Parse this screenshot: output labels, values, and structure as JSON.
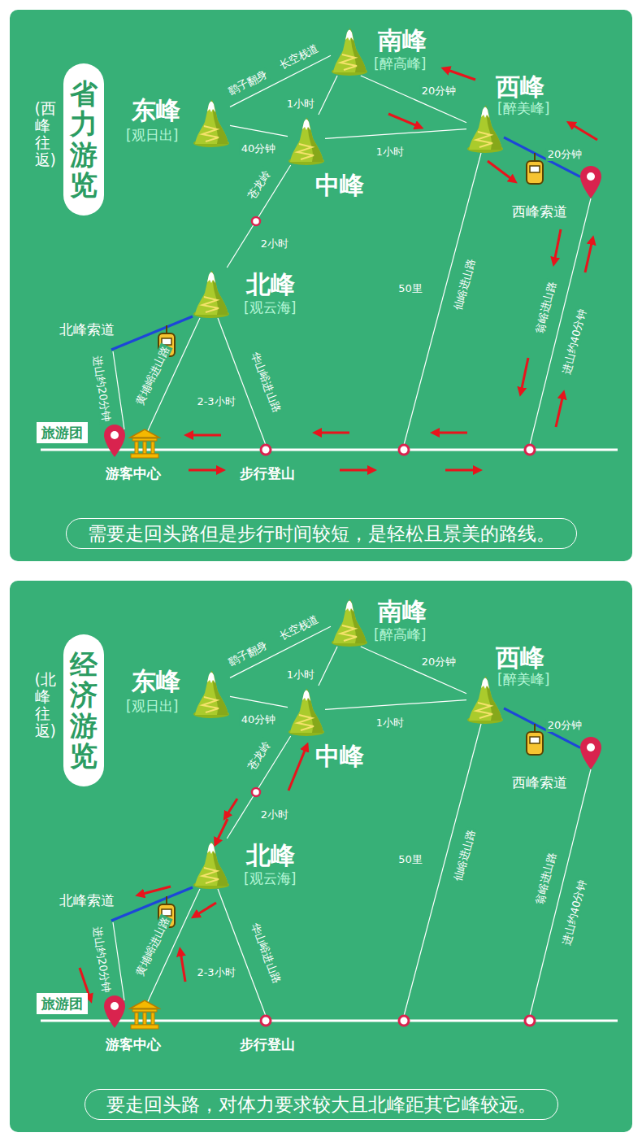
{
  "diagram": {
    "nodes": [
      {
        "text": [
          "省力游览"
        ]
      },
      {
        "text": [
          "南峰",
          "[醉高峰]"
        ]
      },
      {
        "text": [
          "东峰",
          "[观日出]"
        ]
      },
      {
        "text": [
          "中峰"
        ]
      },
      {
        "text": [
          "西峰",
          "[醉美峰]"
        ]
      },
      {
        "text": [
          "西峰索道"
        ]
      },
      {
        "text": [
          "北峰",
          "[观云海]"
        ]
      },
      {
        "text": [
          "旅游团"
        ]
      },
      {
        "text": [
          "游客中心"
        ]
      },
      {
        "text": [
          "需要走回头路但是步行时间较短，是轻松且景美的路线。"
        ]
      },
      {
        "text": [
          "经济游览"
        ]
      },
      {
        "text": [
          "南峰",
          "[醉高峰]"
        ]
      },
      {
        "text": [
          "东峰",
          "[观日出]"
        ]
      },
      {
        "text": [
          "中峰"
        ]
      },
      {
        "text": [
          "西峰",
          "[醉美峰]"
        ]
      },
      {
        "text": [
          "西峰索道"
        ]
      },
      {
        "text": [
          "北峰",
          "[观云海]"
        ]
      },
      {
        "text": [
          "旅游团"
        ]
      },
      {
        "text": [
          "游客中心"
        ]
      },
      {
        "text": [
          "要走回头路，对体力要求较大且北峰距其它峰较远。"
        ]
      }
    ],
    "edges": [
      {
        "from": 2,
        "to": 1,
        "arrow": "none",
        "label": "鹞子翻身"
      },
      {
        "from": 3,
        "to": 1,
        "arrow": "none",
        "label": "1小时"
      },
      {
        "from": 2,
        "to": 3,
        "arrow": "none",
        "label": "40分钟"
      },
      {
        "from": 3,
        "to": 4,
        "arrow": "none",
        "label": "1小时"
      },
      {
        "from": 1,
        "to": 4,
        "arrow": "none",
        "label": "20分钟"
      },
      {
        "from": 4,
        "to": 5,
        "arrow": "none",
        "label": "20分钟"
      },
      {
        "from": 3,
        "to": 6,
        "arrow": "none",
        "label": "2小时"
      },
      {
        "from": 12,
        "to": 11,
        "arrow": "none",
        "label": "鹞子翻身"
      },
      {
        "from": 13,
        "to": 11,
        "arrow": "none",
        "label": "1小时"
      },
      {
        "from": 12,
        "to": 13,
        "arrow": "none",
        "label": "40分钟"
      },
      {
        "from": 13,
        "to": 14,
        "arrow": "none",
        "label": "1小时"
      },
      {
        "from": 11,
        "to": 14,
        "arrow": "none",
        "label": "20分钟"
      },
      {
        "from": 14,
        "to": 15,
        "arrow": "none",
        "label": "20分钟"
      },
      {
        "from": 13,
        "to": 16,
        "arrow": "none",
        "label": "2小时"
      }
    ],
    "labels": [
      "(西峰往返)",
      "长空栈道",
      "苍龙岭",
      "北峰索道",
      "华山峪进山路",
      "2-3小时",
      "黄埔峪进山路",
      "进山约20分钟",
      "仙峪进山路",
      "50里",
      "翁峪进山路",
      "进山约40分钟",
      "步行登山",
      "(北峰往返)",
      "长空栈道",
      "苍龙岭",
      "北峰索道",
      "华山峪进山路",
      "2-3小时",
      "黄埔峪进山路",
      "进山约20分钟",
      "仙峪进山路",
      "50里",
      "翁峪进山路",
      "进山约40分钟",
      "步行登山"
    ]
  }
}
